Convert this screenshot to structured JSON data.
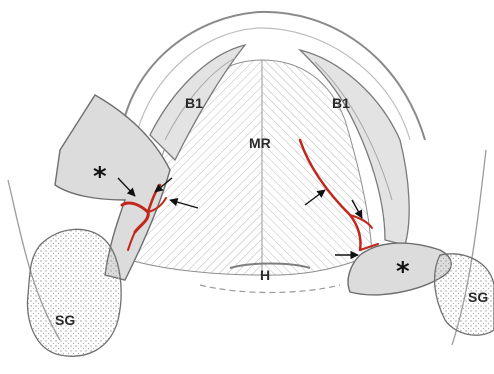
{
  "labels": {
    "b1_left": "B1",
    "b1_right": "B1",
    "mr": "MR",
    "h": "H",
    "sg_left": "SG",
    "sg_right": "SG",
    "star_left": "*",
    "star_right": "*"
  },
  "colors": {
    "vessel": "#c0281e",
    "outline": "#6b6b6b",
    "tissue_fill": "#e6e6e6",
    "arrow": "#111111"
  }
}
